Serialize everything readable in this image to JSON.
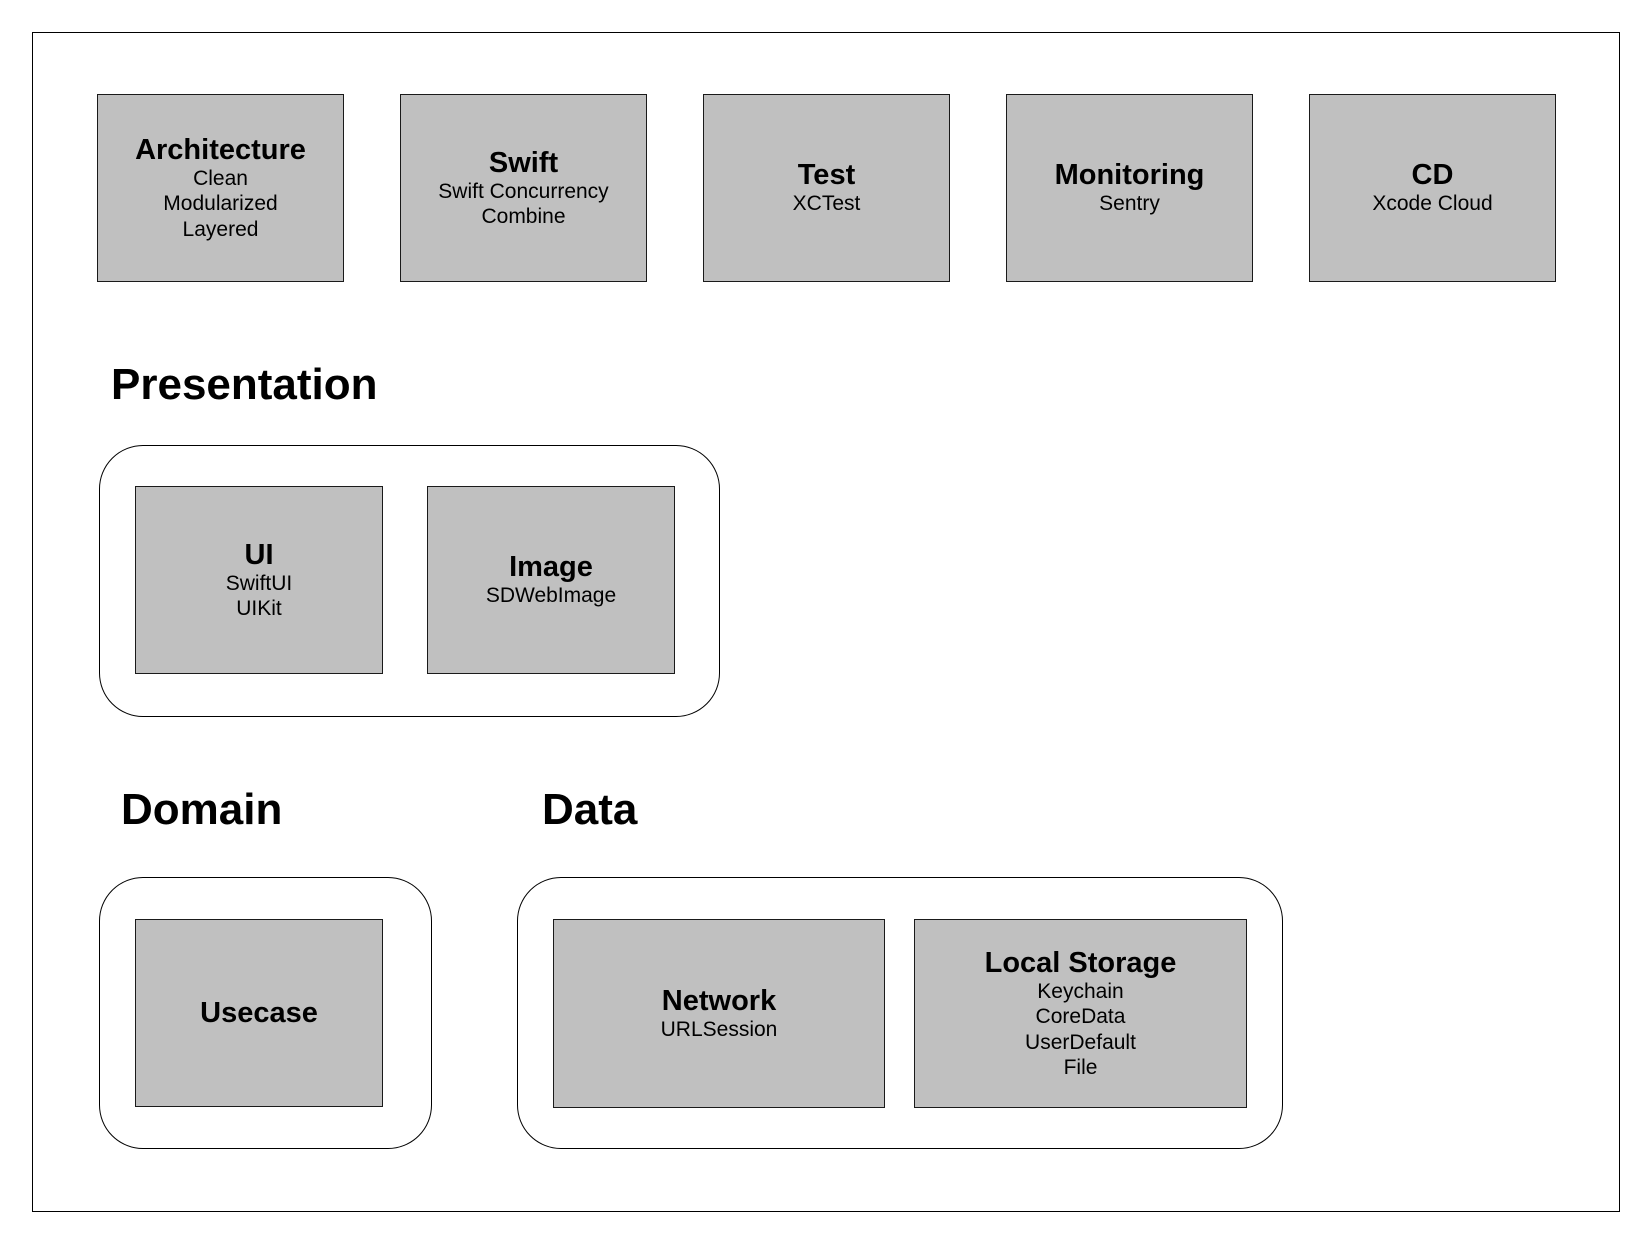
{
  "top_boxes": [
    {
      "title": "Architecture",
      "items": [
        "Clean",
        "Modularized",
        "Layered"
      ]
    },
    {
      "title": "Swift",
      "items": [
        "Swift Concurrency",
        "Combine"
      ]
    },
    {
      "title": "Test",
      "items": [
        "XCTest"
      ]
    },
    {
      "title": "Monitoring",
      "items": [
        "Sentry"
      ]
    },
    {
      "title": "CD",
      "items": [
        "Xcode Cloud"
      ]
    }
  ],
  "presentation": {
    "title": "Presentation",
    "boxes": [
      {
        "title": "UI",
        "items": [
          "SwiftUI",
          "UIKit"
        ]
      },
      {
        "title": "Image",
        "items": [
          "SDWebImage"
        ]
      }
    ]
  },
  "domain": {
    "title": "Domain",
    "boxes": [
      {
        "title": "Usecase",
        "items": []
      }
    ]
  },
  "data": {
    "title": "Data",
    "boxes": [
      {
        "title": "Network",
        "items": [
          "URLSession"
        ]
      },
      {
        "title": "Local Storage",
        "items": [
          "Keychain",
          "CoreData",
          "UserDefault",
          "File"
        ]
      }
    ]
  },
  "colors": {
    "box_fill": "#c0c0c0",
    "border": "#000000",
    "background": "#ffffff"
  }
}
